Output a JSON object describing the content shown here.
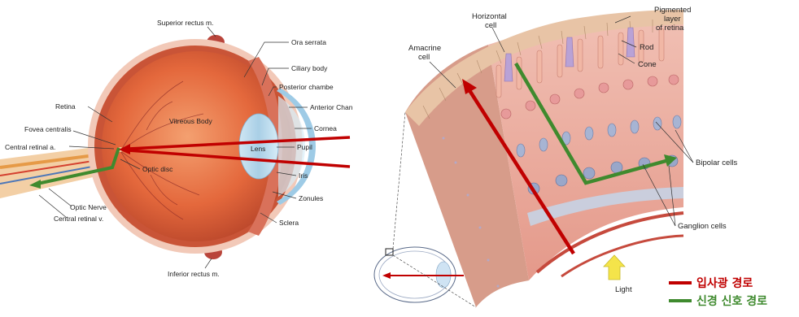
{
  "left_diagram": {
    "labels": {
      "superior_rectus": "Superior rectus m.",
      "ora_serrata": "Ora serrata",
      "ciliary_body": "Ciliary body",
      "posterior_chamber": "Posterior chambe",
      "anterior_chamber": "Anterior Chan",
      "retina": "Retina",
      "vitreous_body": "Vitreous Body",
      "cornea": "Cornea",
      "fovea_centralis": "Fovea centralis",
      "central_retinal_artery": "Central retinal a.",
      "lens": "Lens",
      "pupil": "Pupil",
      "optic_disc": "Optic disc",
      "iris": "Iris",
      "zonules": "Zonules",
      "optic_nerve": "Optic Nerve",
      "central_retinal_vein": "Central retinal v.",
      "sclera": "Sclera",
      "inferior_rectus": "Inferior rectus m."
    }
  },
  "right_diagram": {
    "labels": {
      "horizontal_cell": [
        "Horizontal",
        "cell"
      ],
      "pigmented_layer": [
        "Pigmented",
        "layer",
        "of retina"
      ],
      "amacrine_cell": [
        "Amacrine",
        "cell"
      ],
      "rod": "Rod",
      "cone": "Cone",
      "bipolar_cells": "Bipolar cells",
      "ganglion_cells": "Ganglion cells",
      "light": "Light"
    }
  },
  "legend": {
    "items": [
      {
        "label": "입사광 경로",
        "color": "#c00000"
      },
      {
        "label": "신경 신호 경로",
        "color": "#3f8a2e"
      }
    ]
  },
  "colors": {
    "light_path": "#c00000",
    "signal_path": "#3f8a2e"
  }
}
